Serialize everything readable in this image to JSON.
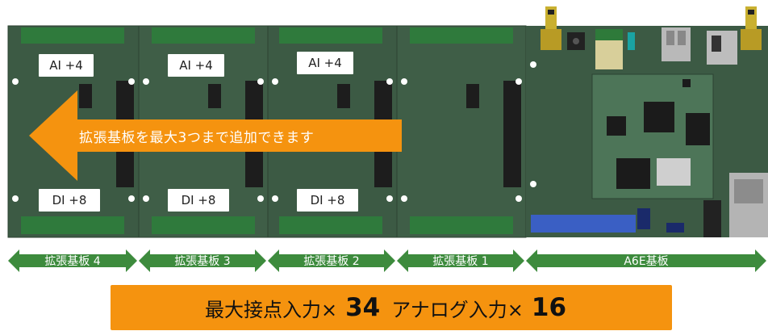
{
  "boards": [
    {
      "ai_label": "AI +4",
      "di_label": "DI +8"
    },
    {
      "ai_label": "AI +4",
      "di_label": "DI +8"
    },
    {
      "ai_label": "AI +4",
      "di_label": "DI +8"
    }
  ],
  "arrow_text": "拡張基板を最大3つまで追加できます",
  "sections": [
    {
      "label": "拡張基板 4"
    },
    {
      "label": "拡張基板 3"
    },
    {
      "label": "拡張基板 2"
    },
    {
      "label": "拡張基板 1"
    },
    {
      "label": "A6E基板"
    }
  ],
  "summary": {
    "contact_label": "最大接点入力×",
    "contact_value": "34",
    "analog_label": "アナログ入力×",
    "analog_value": "16"
  },
  "colors": {
    "pcb": "#3c5a44",
    "pcb_light": "#4a6a52",
    "terminal_green": "#2f7a3c",
    "arrow": "#f5930f",
    "section_bar": "#3d8b3d",
    "connector_blue": "#3a5fc4"
  }
}
